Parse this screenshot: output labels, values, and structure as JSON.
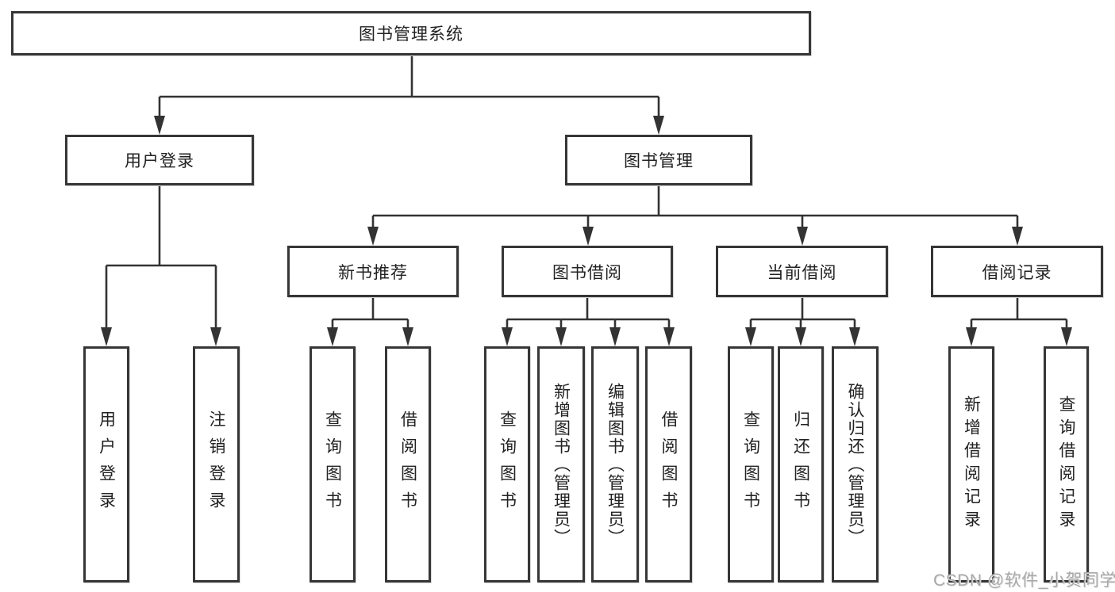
{
  "tree": {
    "root": {
      "label": "图书管理系统"
    },
    "branches": [
      {
        "label": "用户登录",
        "leaves": [
          {
            "label": "用户登录"
          },
          {
            "label": "注销登录"
          }
        ]
      },
      {
        "label": "图书管理",
        "children": [
          {
            "label": "新书推荐",
            "leaves": [
              {
                "label": "查询图书"
              },
              {
                "label": "借阅图书"
              }
            ]
          },
          {
            "label": "图书借阅",
            "leaves": [
              {
                "label": "查询图书"
              },
              {
                "label": "新增图书（管理员）"
              },
              {
                "label": "编辑图书（管理员）"
              },
              {
                "label": "借阅图书"
              }
            ]
          },
          {
            "label": "当前借阅",
            "leaves": [
              {
                "label": "查询图书"
              },
              {
                "label": "归还图书"
              },
              {
                "label": "确认归还（管理员）"
              }
            ]
          },
          {
            "label": "借阅记录",
            "leaves": [
              {
                "label": "新增借阅记录"
              },
              {
                "label": "查询借阅记录"
              }
            ]
          }
        ]
      }
    ]
  },
  "watermark": {
    "text": "CSDN @软件_小贺同学"
  },
  "colors": {
    "line": "#333333",
    "box_border": "#363636",
    "text": "#222222",
    "watermark": "#a9a9a9",
    "background": "#ffffff"
  }
}
